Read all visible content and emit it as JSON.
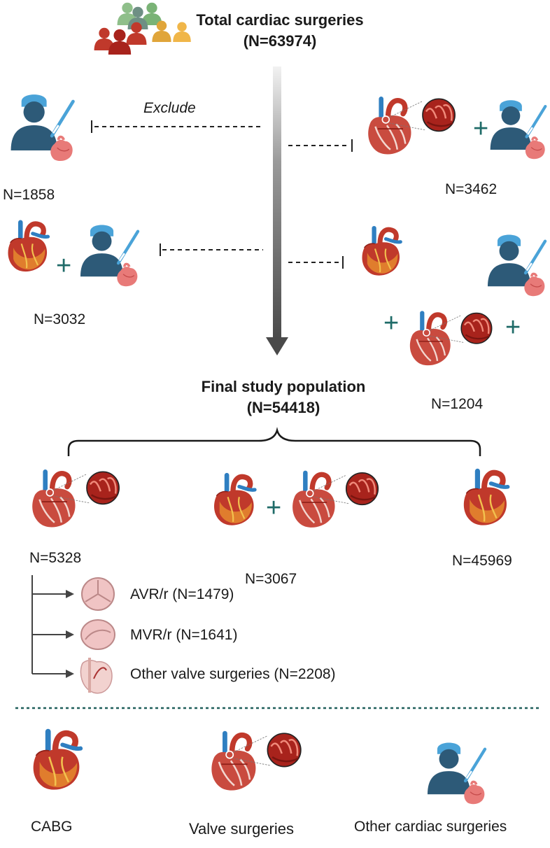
{
  "header": {
    "title": "Total cardiac surgeries",
    "count": "(N=63974)"
  },
  "exclude_label": "Exclude",
  "excluded": {
    "other_only": "N=1858",
    "valve_plus_other": "N=3462",
    "cabg_plus_other": "N=3032",
    "cabg_valve_other": "N=1204"
  },
  "final": {
    "title": "Final study population",
    "count": "(N=54418)"
  },
  "groups": {
    "valve_only": "N=5328",
    "cabg_plus_valve": "N=3067",
    "cabg_only": "N=45969"
  },
  "valve_breakdown": [
    {
      "label": "AVR/r (N=1479)"
    },
    {
      "label": "MVR/r (N=1641)"
    },
    {
      "label": "Other valve surgeries (N=2208)"
    }
  ],
  "legend": {
    "cabg": "CABG",
    "valve": "Valve surgeries",
    "other": "Other cardiac surgeries"
  },
  "colors": {
    "heart_red": "#c0392b",
    "vessel_blue": "#2f7fc1",
    "surgeon_navy": "#2d5a78",
    "cap_blue": "#4aa3d8",
    "plus_teal": "#1f6b68",
    "divider_teal": "#1f5f5a"
  }
}
